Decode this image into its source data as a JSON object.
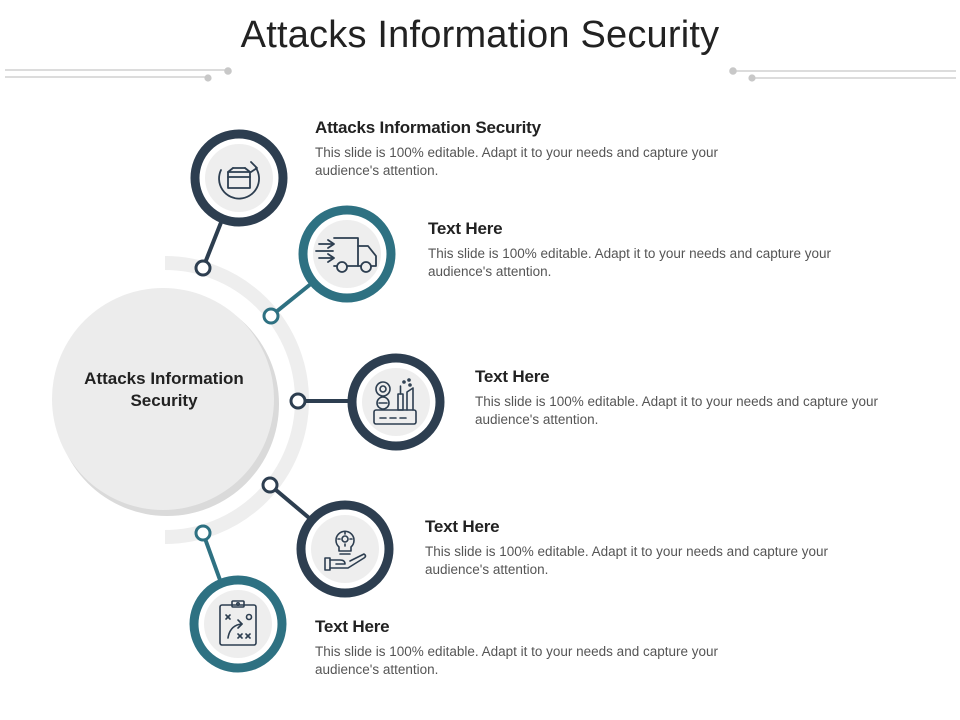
{
  "title": "Attacks Information Security",
  "center_label": "Attacks Information Security",
  "colors": {
    "dark": "#2d3e50",
    "teal": "#2e7182",
    "ring_light": "#eeeeee",
    "circle_fill": "#ebebeb"
  },
  "items": [
    {
      "title": "Attacks Information Security",
      "desc": "This slide is 100% editable. Adapt it to your needs and capture your audience's attention.",
      "icon": "box-refresh-icon",
      "color": "dark"
    },
    {
      "title": "Text Here",
      "desc": "This slide is 100% editable. Adapt it to your needs and capture your audience's attention.",
      "icon": "fast-truck-icon",
      "color": "teal"
    },
    {
      "title": "Text Here",
      "desc": "This slide is 100% editable. Adapt it to your needs and capture your audience's attention.",
      "icon": "makeup-kit-icon",
      "color": "dark"
    },
    {
      "title": "Text Here",
      "desc": "This slide is 100% editable. Adapt it to your needs and capture your audience's attention.",
      "icon": "lightbulb-hand-icon",
      "color": "dark"
    },
    {
      "title": "Text Here",
      "desc": "This slide is 100% editable. Adapt it to your needs and capture your audience's attention.",
      "icon": "strategy-board-icon",
      "color": "teal"
    }
  ]
}
